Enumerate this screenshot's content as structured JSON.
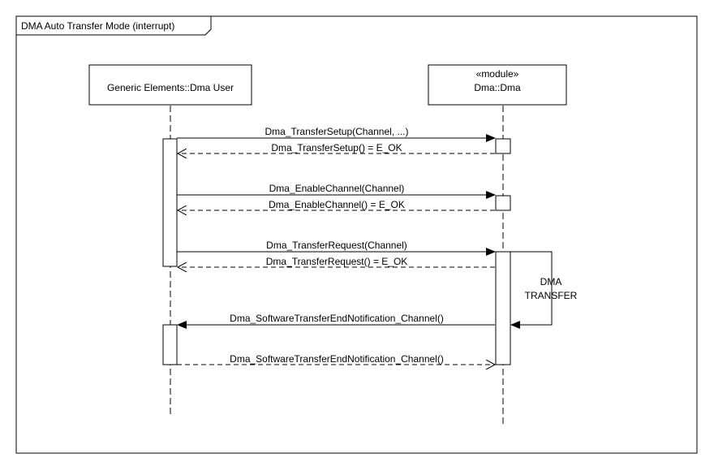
{
  "frame": {
    "title": "DMA Auto Transfer Mode (interrupt)"
  },
  "lifelines": [
    {
      "stereotype": "",
      "name": "Generic Elements::Dma User"
    },
    {
      "stereotype": "«module»",
      "name": "Dma::Dma"
    }
  ],
  "messages": [
    {
      "label": "Dma_TransferSetup(Channel, ...)",
      "kind": "call"
    },
    {
      "label": "Dma_TransferSetup() = E_OK",
      "kind": "return"
    },
    {
      "label": "Dma_EnableChannel(Channel)",
      "kind": "call"
    },
    {
      "label": "Dma_EnableChannel() = E_OK",
      "kind": "return"
    },
    {
      "label": "Dma_TransferRequest(Channel)",
      "kind": "call"
    },
    {
      "label": "Dma_TransferRequest() = E_OK",
      "kind": "return"
    },
    {
      "label": "Dma_SoftwareTransferEndNotification_Channel()",
      "kind": "callback"
    },
    {
      "label": "Dma_SoftwareTransferEndNotification_Channel()",
      "kind": "callback-return"
    }
  ],
  "self_message": {
    "label_line1": "DMA",
    "label_line2": "TRANSFER"
  }
}
